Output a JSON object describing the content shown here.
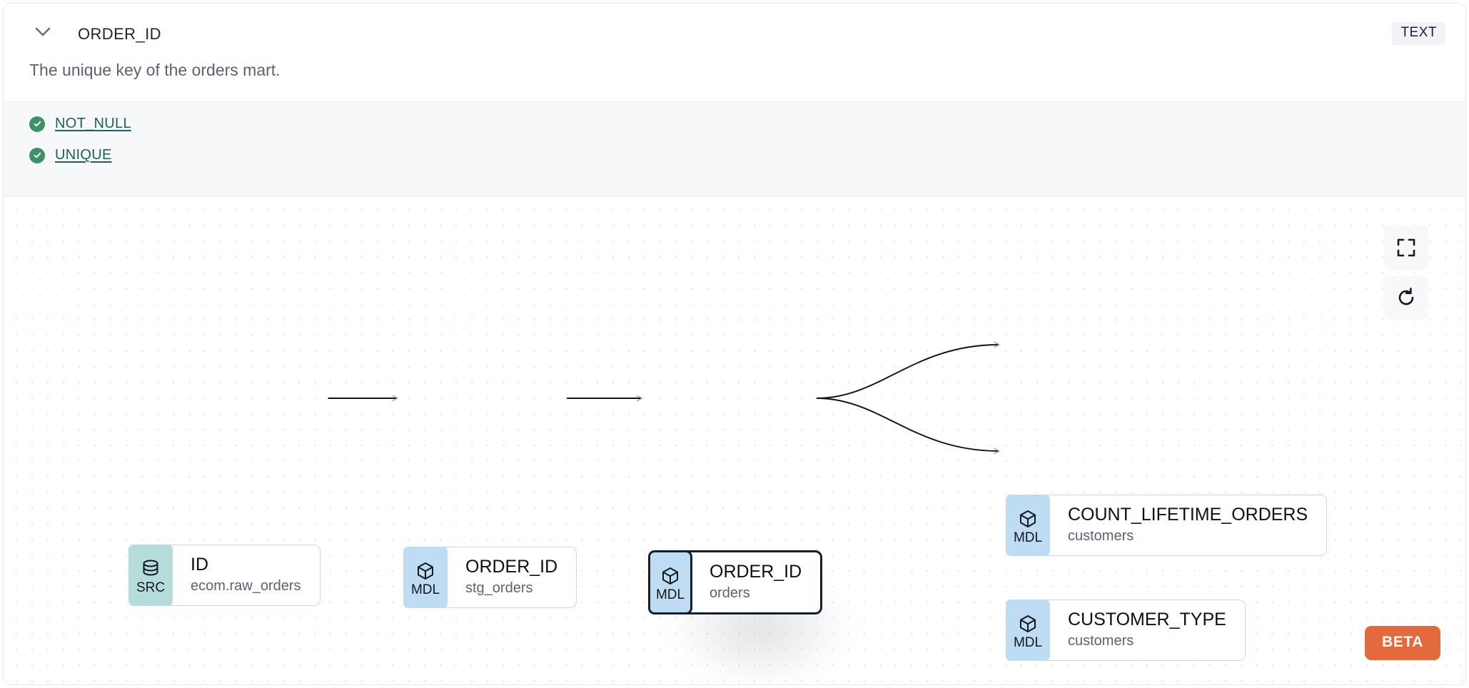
{
  "panel": {
    "header": {
      "collapse_icon": "chevron-down-icon",
      "title": "ORDER_ID",
      "type_badge": "TEXT"
    },
    "description": "The unique key of the orders mart.",
    "tests": [
      {
        "status_icon": "check-circle-icon",
        "label": "NOT_NULL"
      },
      {
        "status_icon": "check-circle-icon",
        "label": "UNIQUE"
      }
    ]
  },
  "lineage": {
    "controls": [
      {
        "name": "fullscreen-icon",
        "label": ""
      },
      {
        "name": "refresh-icon",
        "label": ""
      }
    ],
    "beta_label": "BETA",
    "nodes": [
      {
        "id": "src",
        "kind": "SRC",
        "icon": "database-icon",
        "name": "ID",
        "sub": "ecom.raw_orders"
      },
      {
        "id": "stg",
        "kind": "MDL",
        "icon": "cube-icon",
        "name": "ORDER_ID",
        "sub": "stg_orders"
      },
      {
        "id": "orders",
        "kind": "MDL",
        "icon": "cube-icon",
        "name": "ORDER_ID",
        "sub": "orders",
        "selected": true
      },
      {
        "id": "count",
        "kind": "MDL",
        "icon": "cube-icon",
        "name": "COUNT_LIFETIME_ORDERS",
        "sub": "customers"
      },
      {
        "id": "custtype",
        "kind": "MDL",
        "icon": "cube-icon",
        "name": "CUSTOMER_TYPE",
        "sub": "customers"
      }
    ]
  },
  "colors": {
    "src_badge": "#b6dcd9",
    "mdl_badge": "#bedcf2",
    "test_pass": "#3f9068",
    "test_link": "#1f5f5b",
    "beta": "#e3693f",
    "selected_border": "#161d2b"
  }
}
